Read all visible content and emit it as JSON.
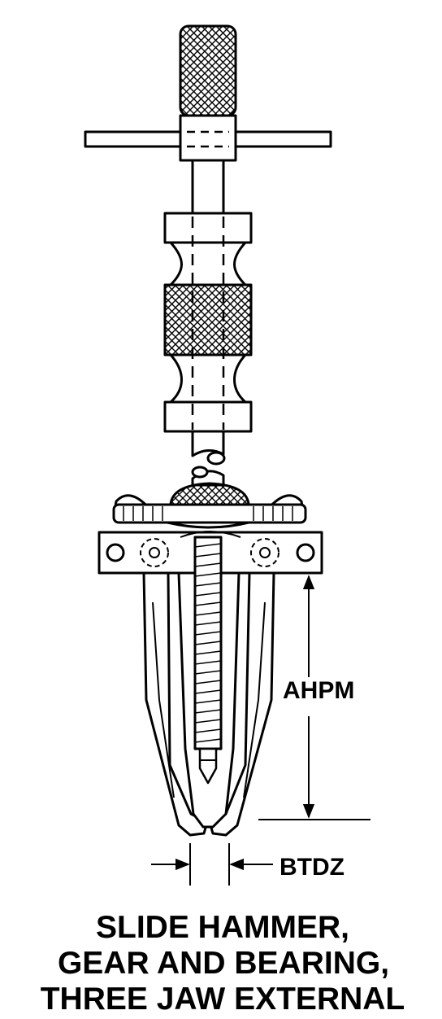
{
  "dimensions": {
    "length": "AHPM",
    "width": "BTDZ"
  },
  "caption": [
    "SLIDE HAMMER,",
    "GEAR AND BEARING,",
    "THREE JAW EXTERNAL"
  ]
}
